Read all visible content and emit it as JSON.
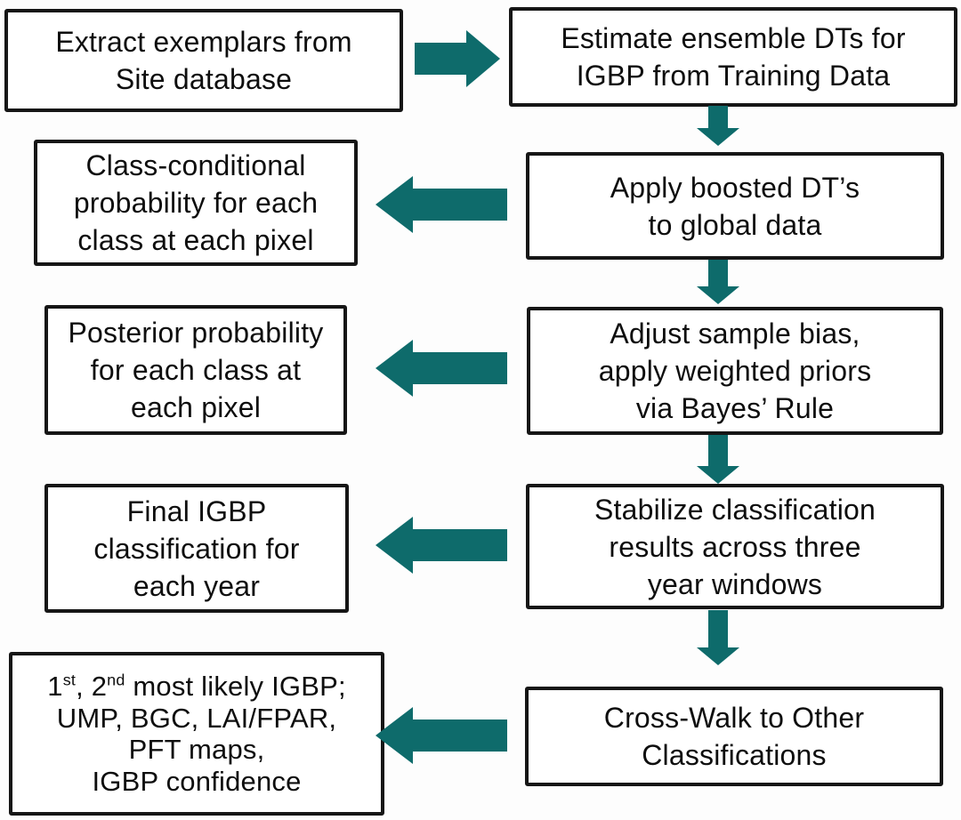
{
  "arrow_color": "#0e6b6b",
  "border_color": "#161616",
  "background_color": "#fdfdfd",
  "left_column": [
    {
      "lines": [
        "Extract exemplars from",
        "Site database"
      ]
    },
    {
      "lines": [
        "Class-conditional",
        "probability for each",
        "class at each pixel"
      ]
    },
    {
      "lines": [
        "Posterior probability",
        "for each class at",
        "each pixel"
      ]
    },
    {
      "lines": [
        "Final IGBP",
        "classification for",
        "each year"
      ]
    },
    {
      "line1": {
        "t1": "1",
        "s1": "st",
        "t2": ", 2",
        "s2": "nd",
        "t3": " most likely IGBP;"
      },
      "lines": [
        "UMP, BGC, LAI/FPAR,",
        "PFT maps,",
        "IGBP confidence"
      ]
    }
  ],
  "right_column": [
    {
      "lines": [
        "Estimate ensemble DTs for",
        "IGBP from Training Data"
      ]
    },
    {
      "lines": [
        "Apply boosted DT’s",
        "to global data"
      ]
    },
    {
      "lines": [
        "Adjust sample bias,",
        "apply weighted priors",
        "via Bayes’ Rule"
      ]
    },
    {
      "lines": [
        "Stabilize classification",
        "results across three",
        "year windows"
      ]
    },
    {
      "lines": [
        "Cross-Walk to Other",
        "Classifications"
      ]
    }
  ]
}
